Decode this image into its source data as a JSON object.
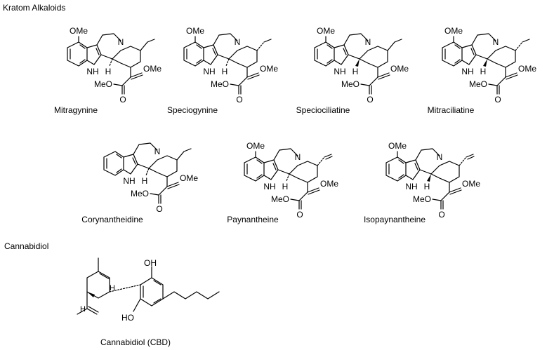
{
  "sections": {
    "kratom": "Kratom Alkaloids",
    "cannabidiol": "Cannabidiol"
  },
  "atoms": {
    "ome": "OMe",
    "n": "N",
    "nh": "NH",
    "h": "H",
    "o": "O",
    "meo": "MeO",
    "oh": "OH",
    "ho": "HO"
  },
  "molecules": [
    {
      "name": "Mitragynine",
      "methoxy": true,
      "c3": "alpha",
      "c20": "beta",
      "substituent": "ethyl"
    },
    {
      "name": "Speciogynine",
      "methoxy": true,
      "c3": "alpha",
      "c20": "alpha",
      "substituent": "ethyl"
    },
    {
      "name": "Speciociliatine",
      "methoxy": true,
      "c3": "beta",
      "c20": "beta",
      "substituent": "ethyl"
    },
    {
      "name": "Mitraciliatine",
      "methoxy": true,
      "c3": "beta",
      "c20": "alpha",
      "substituent": "ethyl"
    },
    {
      "name": "Corynantheidine",
      "methoxy": false,
      "c3": "alpha",
      "c20": "beta",
      "substituent": "ethyl"
    },
    {
      "name": "Paynantheine",
      "methoxy": true,
      "c3": "alpha",
      "c20": "alpha",
      "substituent": "vinyl"
    },
    {
      "name": "Isopaynantheine",
      "methoxy": true,
      "c3": "beta",
      "c20": "alpha",
      "substituent": "vinyl"
    }
  ],
  "cbd": {
    "name": "Cannabidiol (CBD)"
  }
}
